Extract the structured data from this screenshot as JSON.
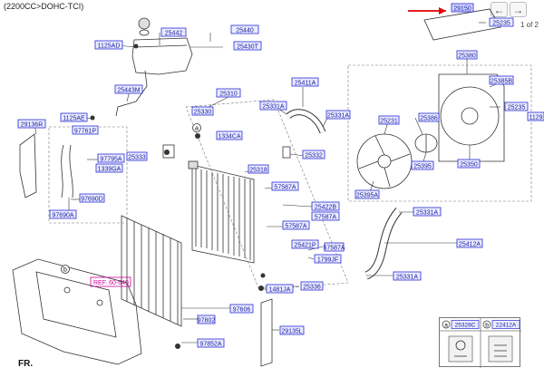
{
  "header": {
    "engine": "(2200CC>DOHC-TCI)"
  },
  "nav": {
    "prev": "←",
    "next": "→",
    "page_indicator": "1 of 2"
  },
  "highlighted_part": "29150",
  "ref_label": "REF. 60-640",
  "front_marker": "FR.",
  "legend": [
    {
      "key": "a",
      "part": "25328C"
    },
    {
      "key": "b",
      "part": "22412A"
    }
  ],
  "callout_keys": [
    "a",
    "b"
  ],
  "colors": {
    "label_border": "#2a2ad6",
    "label_text": "#1a1a9c",
    "label_fill": "#e9ecff",
    "highlight_arrow": "#e00000",
    "ref_text": "#d4009e",
    "line": "#333333"
  },
  "labels": [
    "25440",
    "25442",
    "25430T",
    "1125AD",
    "25443M",
    "25310",
    "25411A",
    "25331A",
    "25331A",
    "25380",
    "29150",
    "25235",
    "25385B",
    "25235",
    "1129",
    "29136R",
    "1125AE",
    "97761P",
    "97795A",
    "1339GA",
    "25333",
    "25330",
    "1334CA",
    "25231",
    "25386",
    "25395",
    "25350",
    "25395A",
    "25318",
    "25332",
    "57587A",
    "25422B",
    "57587A",
    "57587A",
    "25421P",
    "57587A",
    "1799JF",
    "25336",
    "1481JA",
    "97690D",
    "97690A",
    "25331A",
    "25412A",
    "25331A",
    "97606",
    "97802",
    "97852A",
    "29135L"
  ]
}
